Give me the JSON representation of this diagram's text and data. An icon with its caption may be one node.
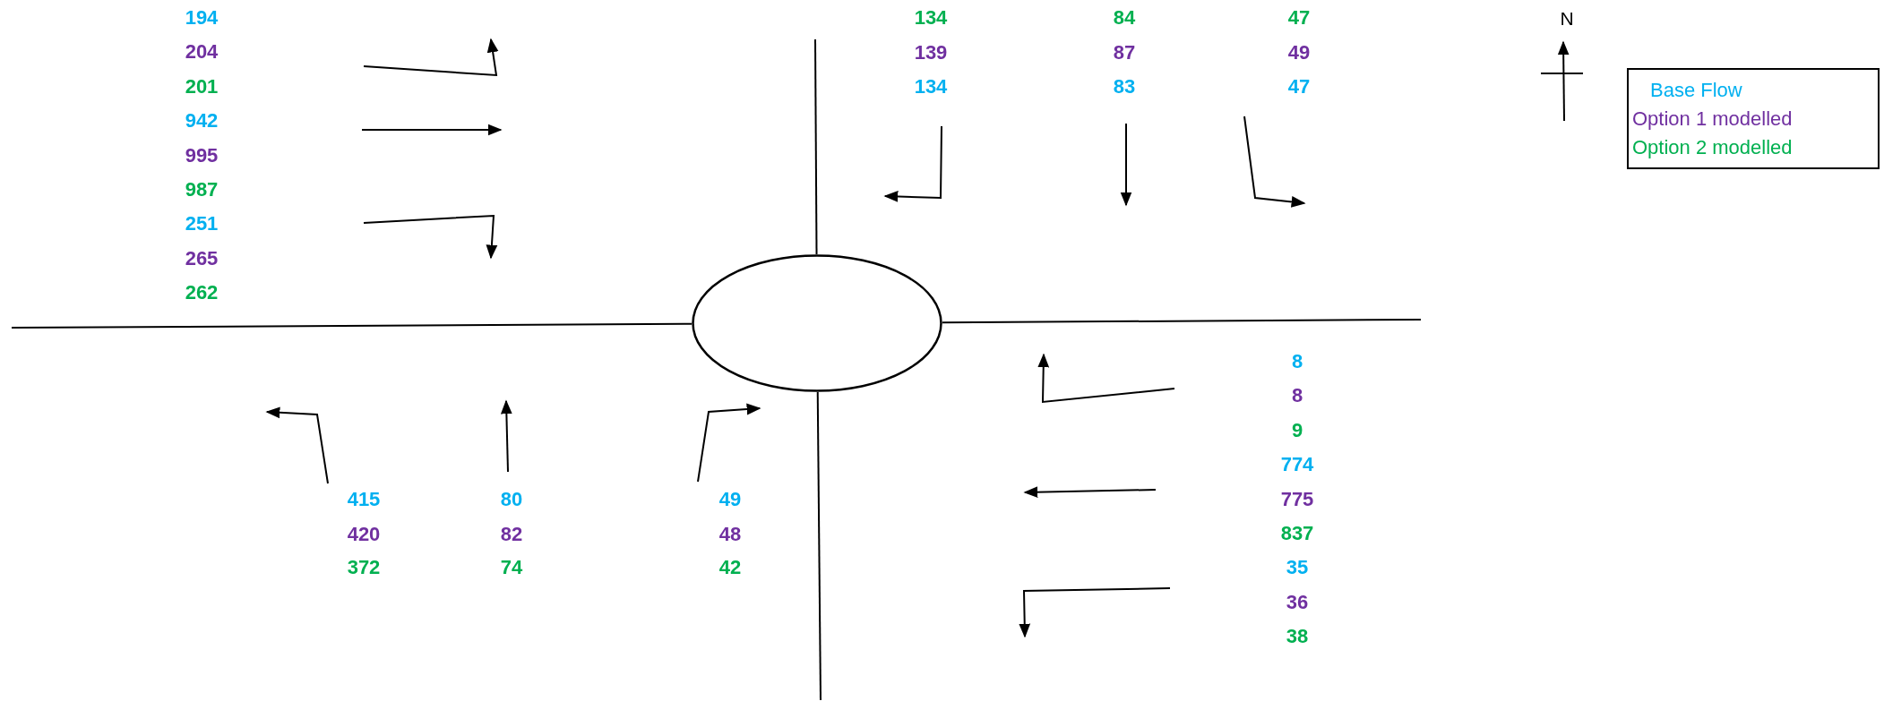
{
  "diagram": {
    "nodes": [
      {
        "text": [],
        "shape": "circle"
      }
    ],
    "labels": [
      "194",
      "204",
      "201",
      "942",
      "995",
      "987",
      "251",
      "265",
      "262",
      "134",
      "84",
      "47",
      "139",
      "87",
      "49",
      "134",
      "83",
      "47",
      "N",
      "8",
      "8",
      "9",
      "774",
      "775",
      "837",
      "35",
      "36",
      "38",
      "415",
      "80",
      "49",
      "420",
      "82",
      "48",
      "372",
      "74",
      "42"
    ],
    "legend": [
      {
        "text": "Base Flow",
        "color": "#00b0f0"
      },
      {
        "text": "Option 1 modelled",
        "color": "#7030a0"
      },
      {
        "text": "Option 2 modelled",
        "color": "#00b050"
      }
    ]
  }
}
